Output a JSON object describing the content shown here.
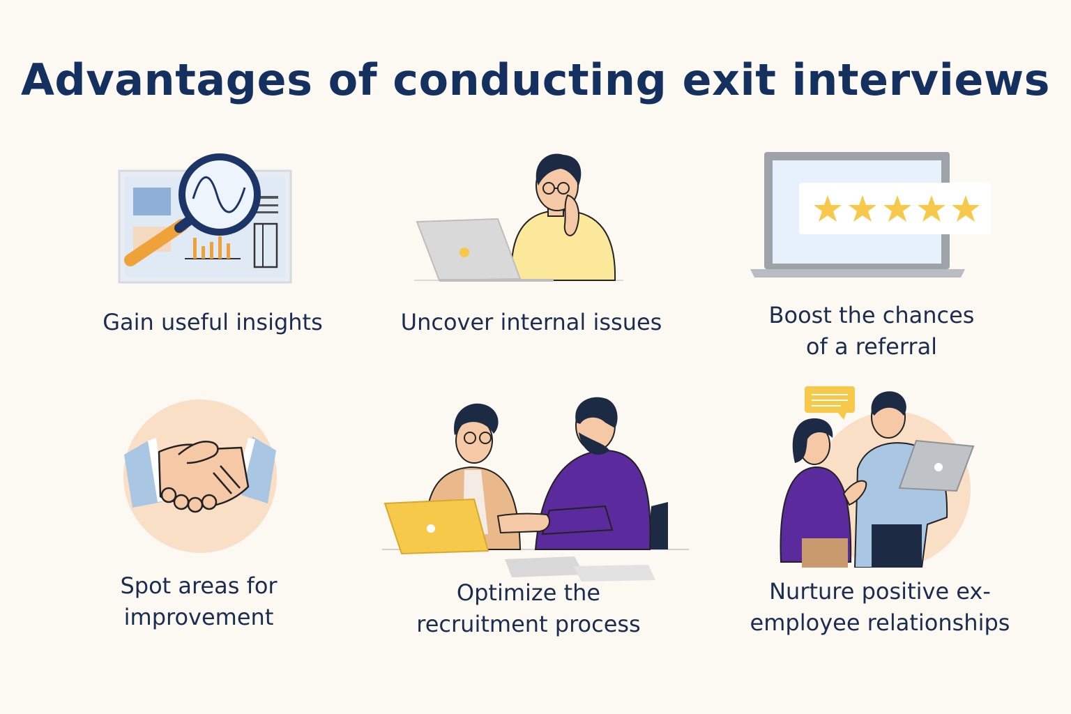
{
  "title": "Advantages of conducting exit interviews",
  "items": [
    {
      "id": "insights",
      "lines": [
        "Gain useful insights"
      ],
      "icon": "magnifier-dashboard-icon"
    },
    {
      "id": "issues",
      "lines": [
        "Uncover internal issues"
      ],
      "icon": "thinking-person-laptop-icon"
    },
    {
      "id": "referral",
      "lines": [
        "Boost the chances",
        "of a referral"
      ],
      "icon": "laptop-five-stars-icon"
    },
    {
      "id": "improvement",
      "lines": [
        "Spot areas for",
        "improvement"
      ],
      "icon": "handshake-icon"
    },
    {
      "id": "recruitment",
      "lines": [
        "Optimize the",
        "recruitment process"
      ],
      "icon": "meeting-at-table-icon"
    },
    {
      "id": "relationships",
      "lines": [
        "Nurture positive ex-",
        "employee relationships"
      ],
      "icon": "two-people-chatting-icon"
    }
  ],
  "colors": {
    "background": "#fcf9f3",
    "title": "#14305f",
    "caption": "#1a2d4f",
    "accent_yellow": "#f6c94a",
    "accent_orange": "#f0a23a",
    "accent_purple": "#5b2a9c",
    "accent_blue": "#a9c6e2"
  }
}
